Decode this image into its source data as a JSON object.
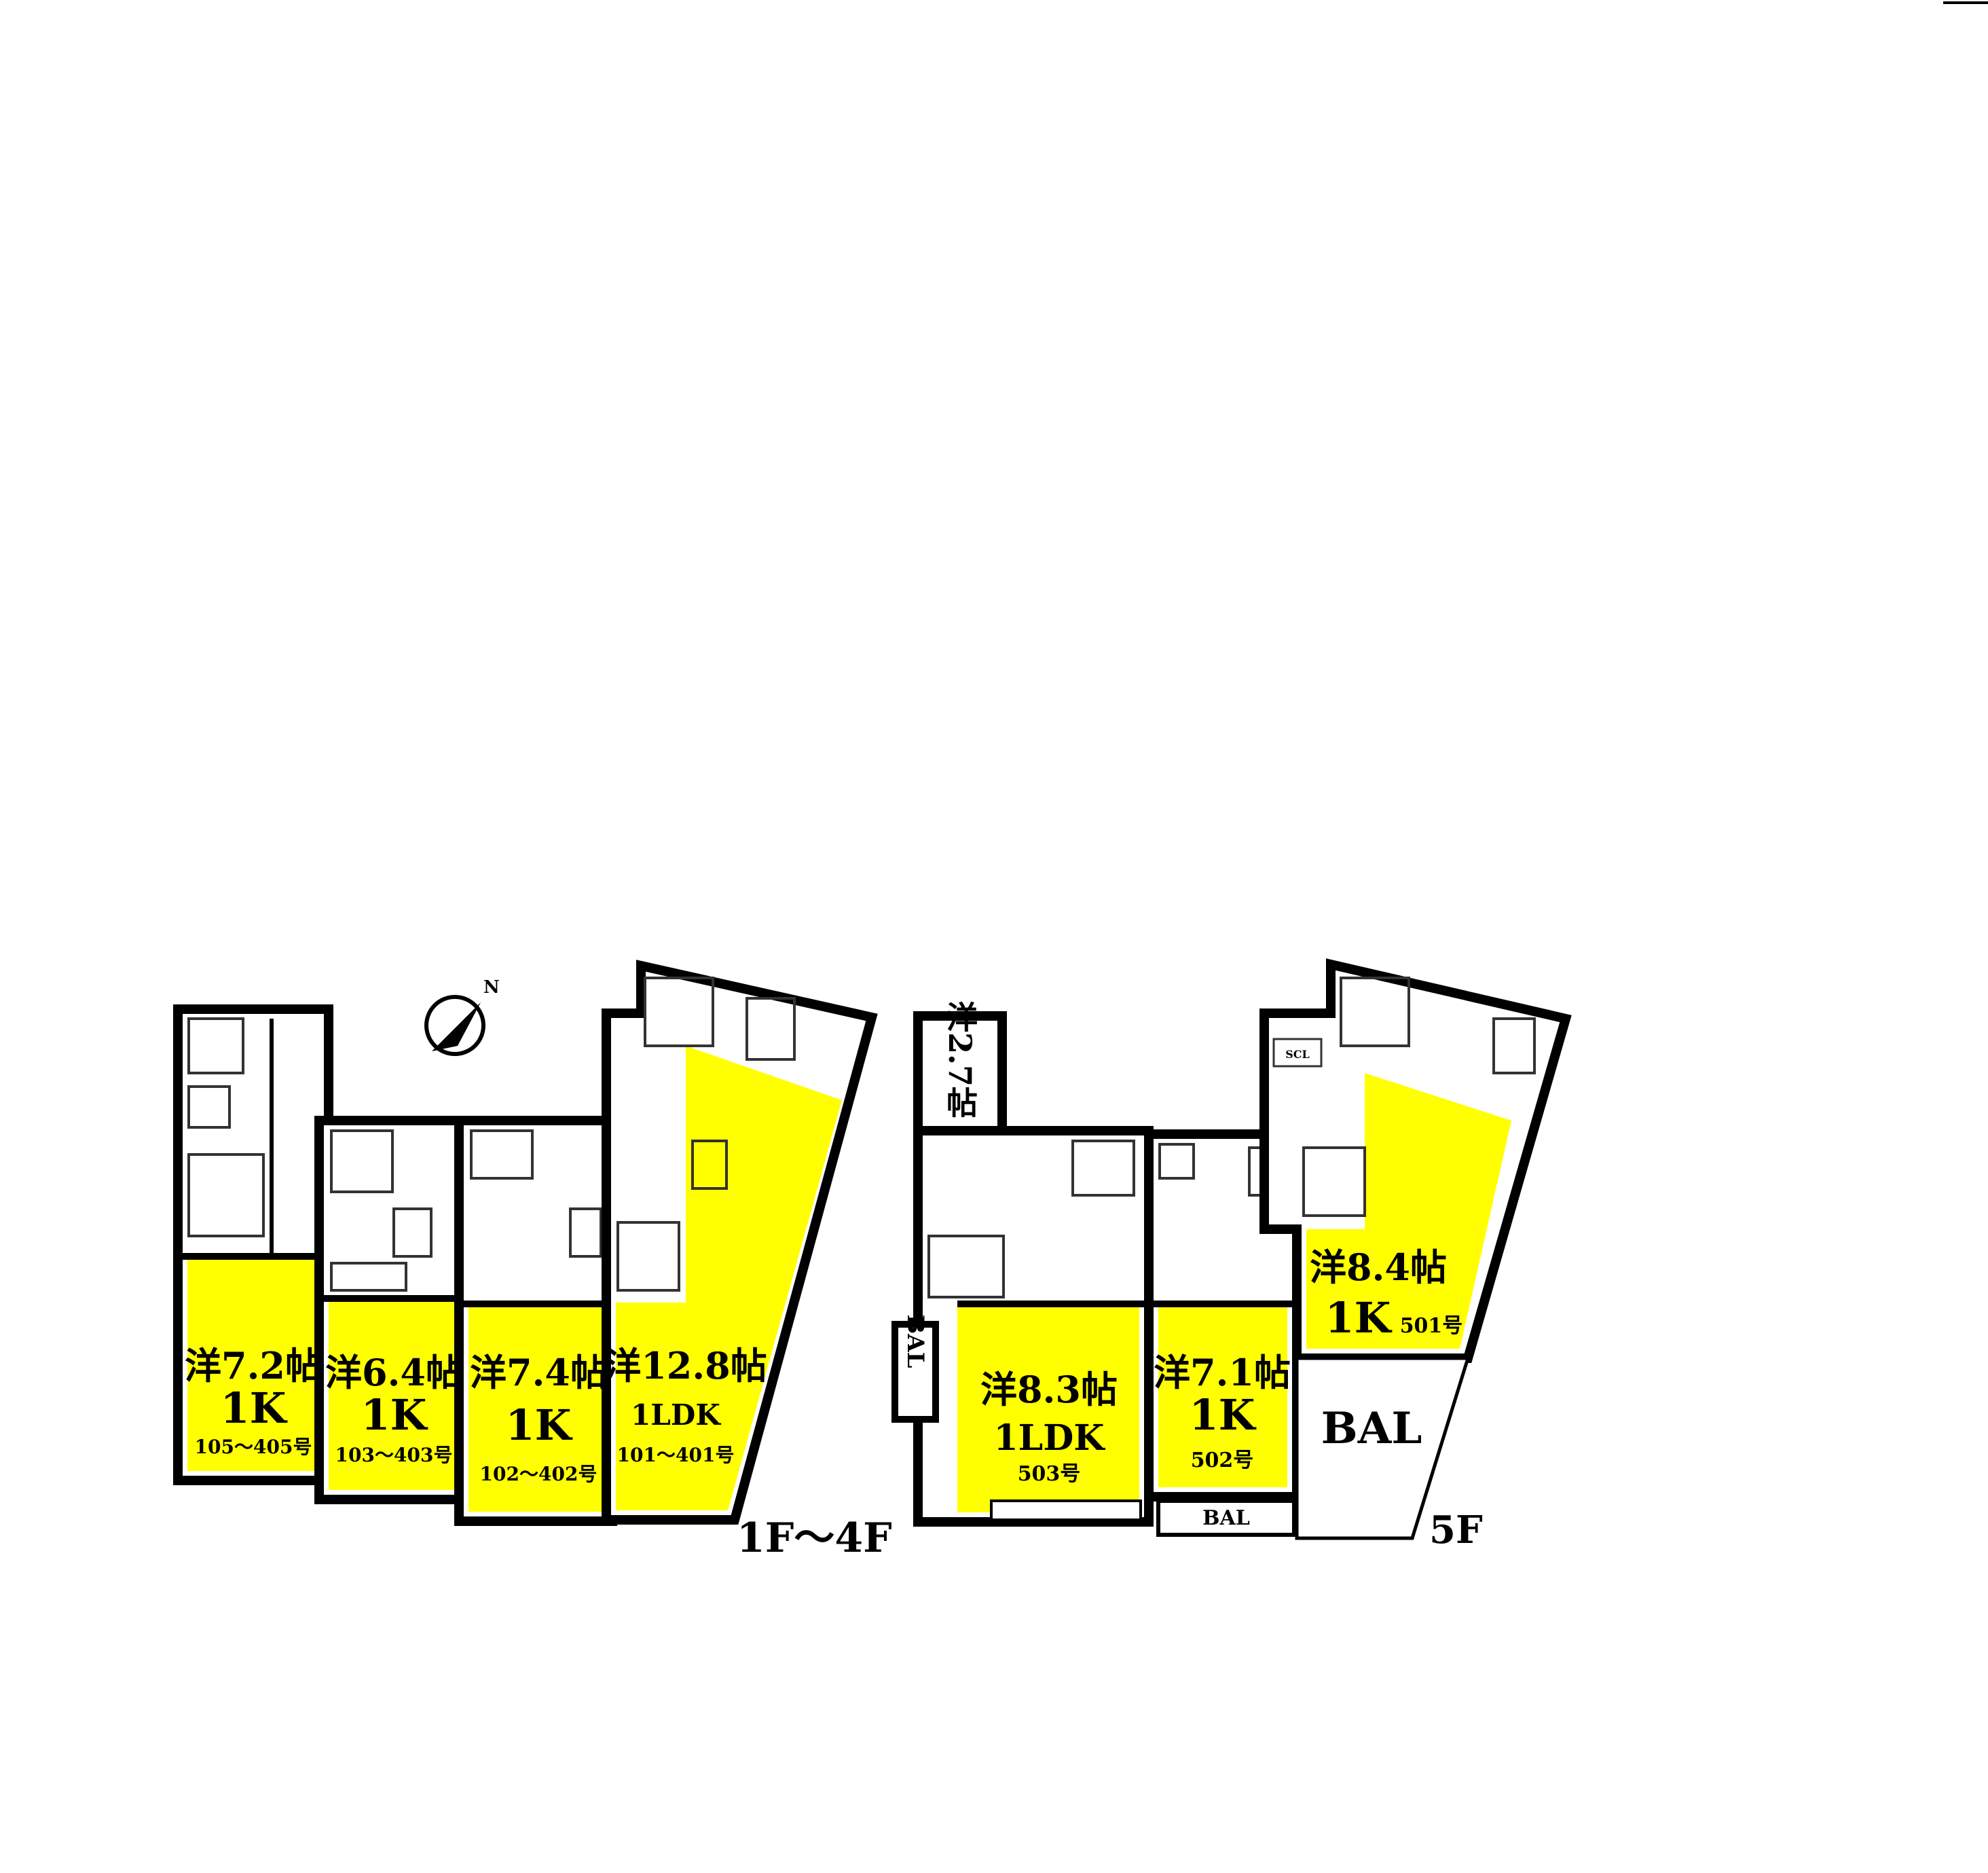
{
  "colors": {
    "room_fill": "#ffff00",
    "wall": "#000000",
    "background": "#ffffff",
    "fixture_line": "#333333"
  },
  "floor_1_4": {
    "caption": "1F～4F",
    "units": [
      {
        "room": "洋7.2帖",
        "type": "1K",
        "numbers": "105～405号"
      },
      {
        "room": "洋6.4帖",
        "type": "1K",
        "numbers": "103～403号"
      },
      {
        "room": "洋7.4帖",
        "type": "1K",
        "numbers": "102～402号"
      },
      {
        "room": "洋12.8帖",
        "type": "1LDK",
        "numbers": "101～401号"
      }
    ]
  },
  "floor_5": {
    "caption": "5F",
    "small_room": "洋2.7帖",
    "units": [
      {
        "room": "洋8.3帖",
        "type": "1LDK",
        "numbers": "503号"
      },
      {
        "room": "洋7.1帖",
        "type": "1K",
        "numbers": "502号"
      },
      {
        "room": "洋8.4帖",
        "type": "1K",
        "numbers": "501号"
      }
    ],
    "balcony_labels": [
      "BAL",
      "BAL",
      "BAL"
    ],
    "fixture_label": "SCL"
  },
  "compass": {
    "label": "N"
  }
}
